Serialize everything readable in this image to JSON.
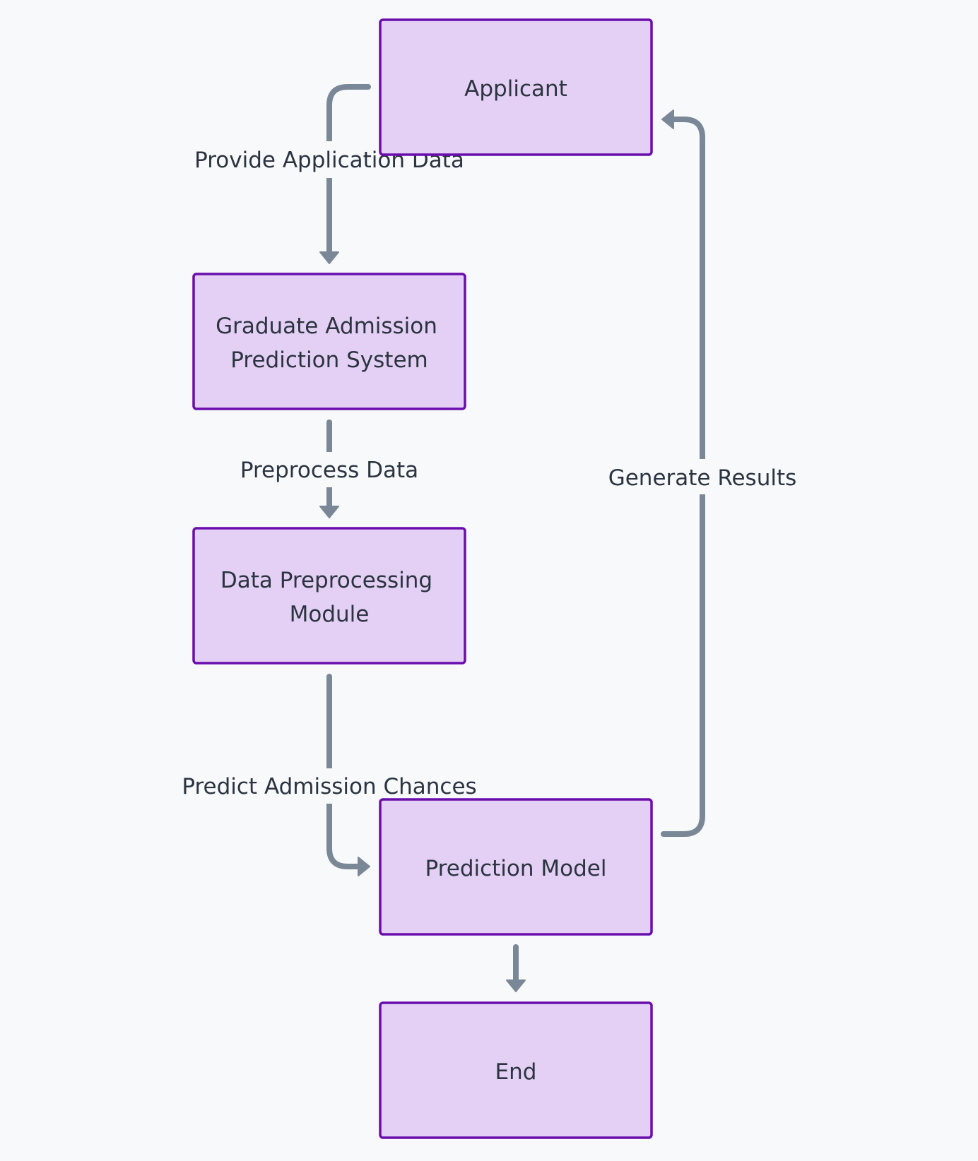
{
  "colors": {
    "background": "#f7f9fb",
    "node_fill": "#e3d0f4",
    "node_stroke": "#6a0dad",
    "edge": "#7a8796",
    "text": "#2b3440"
  },
  "nodes": {
    "applicant": {
      "lines": [
        "Applicant"
      ]
    },
    "system": {
      "lines": [
        "Graduate Admission",
        "Prediction System"
      ]
    },
    "preprocessing": {
      "lines": [
        "Data Preprocessing",
        "Module"
      ]
    },
    "model": {
      "lines": [
        "Prediction Model"
      ]
    },
    "end": {
      "lines": [
        "End"
      ]
    }
  },
  "edges": {
    "applicant_to_system": {
      "label": "Provide Application Data"
    },
    "system_to_preprocessing": {
      "label": "Preprocess Data"
    },
    "preprocessing_to_model": {
      "label": "Predict Admission Chances"
    },
    "model_to_applicant": {
      "label": "Generate Results"
    },
    "model_to_end": {
      "label": ""
    }
  }
}
